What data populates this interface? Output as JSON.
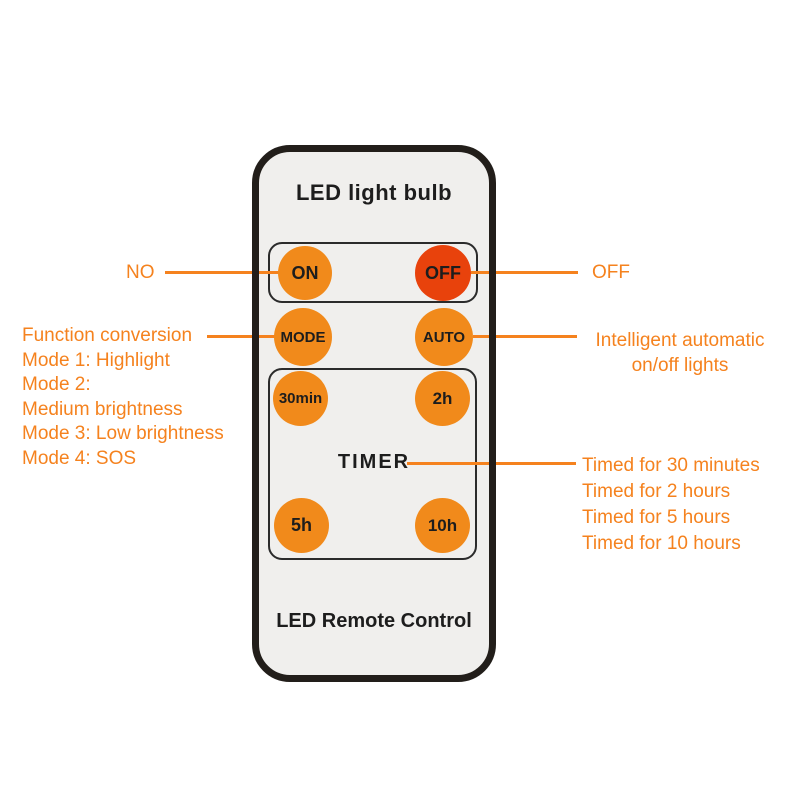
{
  "remote": {
    "title": "LED light bulb",
    "footer": "LED Remote Control",
    "buttons": {
      "on": "ON",
      "off": "OFF",
      "mode": "MODE",
      "auto": "AUTO",
      "timer_30min": "30min",
      "timer_2h": "2h",
      "timer_5h": "5h",
      "timer_10h": "10h"
    },
    "timer_section_label": "TIMER"
  },
  "annotations": {
    "left": {
      "no_label": "NO",
      "mode_lines": [
        "Function conversion",
        "Mode 1: Highlight",
        "Mode 2:",
        "Medium brightness",
        "Mode 3: Low brightness",
        "Mode 4: SOS"
      ]
    },
    "right": {
      "off_label": "OFF",
      "auto_lines": [
        "Intelligent automatic",
        "on/off lights"
      ],
      "timer_lines": [
        "Timed for 30 minutes",
        "Timed for 2 hours",
        "Timed for 5 hours",
        "Timed for 10 hours"
      ]
    }
  },
  "colors": {
    "button_orange": "#F18A1B",
    "button_red": "#E8420C",
    "annotation_orange": "#F5821E",
    "remote_fill": "#F0EFED",
    "remote_border": "#221E1A",
    "button_text": "#1D1D1D"
  }
}
